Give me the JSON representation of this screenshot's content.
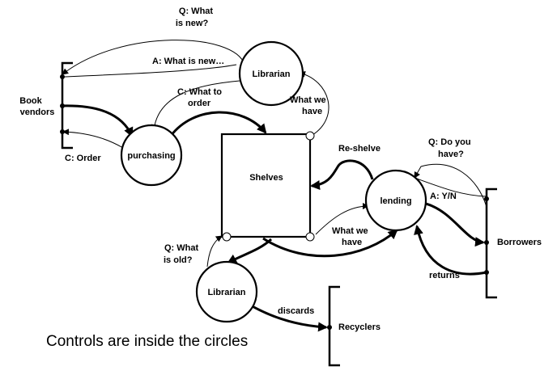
{
  "nodes": {
    "librarian_top": "Librarian",
    "purchasing": "purchasing",
    "shelves": "Shelves",
    "lending": "lending",
    "librarian_bottom": "Librarian"
  },
  "terminals": {
    "book_vendors_line1": "Book",
    "book_vendors_line2": "vendors",
    "borrowers": "Borrowers",
    "recyclers": "Recyclers"
  },
  "flows": {
    "q_what_is_new_line1": "Q: What",
    "q_what_is_new_line2": "is new?",
    "a_what_is_new": "A: What is new…",
    "c_what_to_order_line1": "C: What to",
    "c_what_to_order_line2": "order",
    "what_we_have_top_line1": "What we",
    "what_we_have_top_line2": "have",
    "c_order": "C: Order",
    "re_shelve": "Re-shelve",
    "q_do_you_have_line1": "Q: Do you",
    "q_do_you_have_line2": "have?",
    "a_yn": "A: Y/N",
    "what_we_have_bottom_line1": "What we",
    "what_we_have_bottom_line2": "have",
    "q_what_is_old_line1": "Q: What",
    "q_what_is_old_line2": "is old?",
    "returns": "returns",
    "discards": "discards"
  },
  "caption": "Controls are inside the circles"
}
